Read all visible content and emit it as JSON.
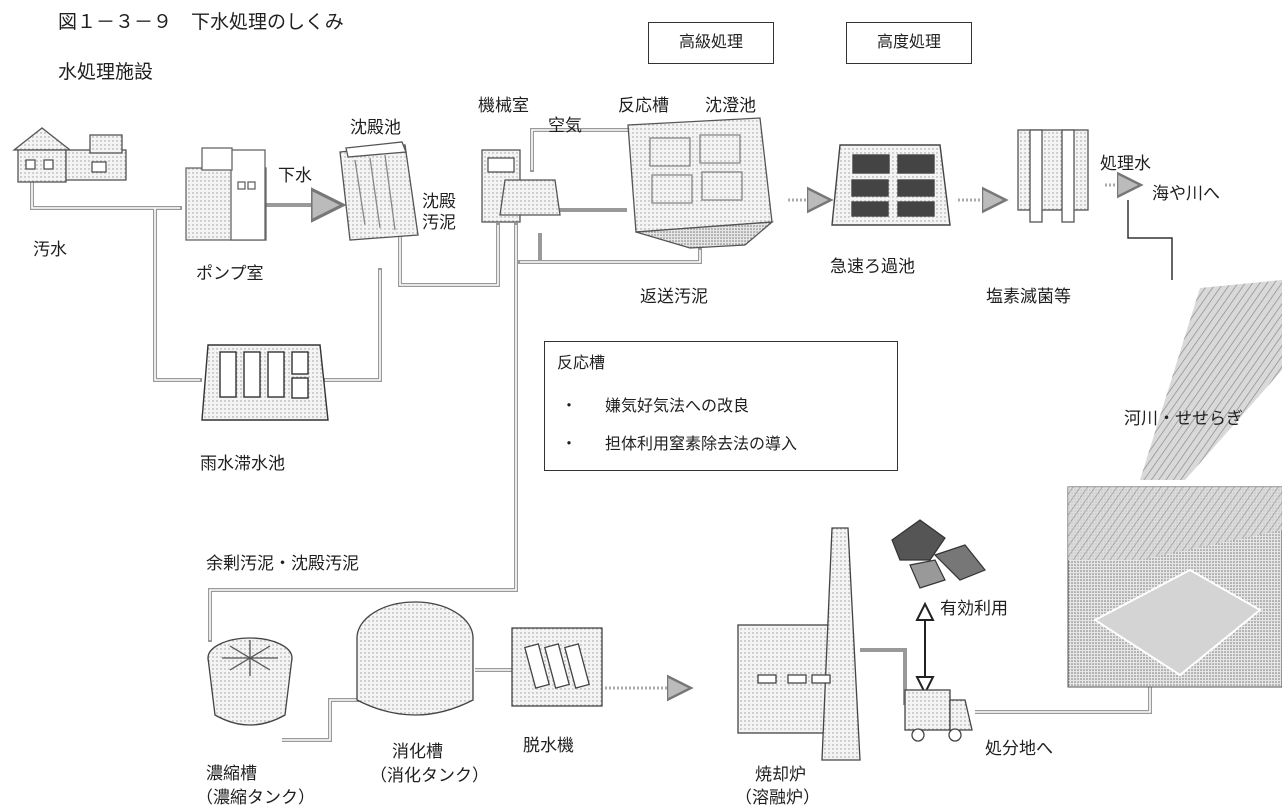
{
  "header": {
    "figure_title": "図１－３－９　下水処理のしくみ",
    "section_title": "水処理施設"
  },
  "stage_labels": {
    "advanced": "高級処理",
    "tertiary": "高度処理"
  },
  "facilities": {
    "wastewater": "汚水",
    "pump_room": "ポンプ室",
    "sewage": "下水",
    "settling_pond": "沈殿池",
    "settled_sludge": "沈殿\n汚泥",
    "machine_room": "機械室",
    "air": "空気",
    "reaction_tank": "反応槽",
    "clarifier": "沈澄池",
    "return_sludge": "返送汚泥",
    "rapid_filter": "急速ろ過池",
    "chlorination": "塩素滅菌等",
    "treated_water": "処理水",
    "to_sea_river": "海や川へ",
    "rain_pond": "雨水滞水池",
    "river": "河川・せせらぎ",
    "excess_sludge": "余剰汚泥・沈殿汚泥",
    "thickener": "濃縮槽",
    "thickener_sub": "（濃縮タンク）",
    "digester": "消化槽",
    "digester_sub": "（消化タンク）",
    "dewatering": "脱水機",
    "incinerator": "焼却炉",
    "incinerator_sub": "（溶融炉）",
    "effective_use": "有効利用",
    "to_disposal": "処分地へ"
  },
  "info_box": {
    "title": "反応槽",
    "items": [
      "嫌気好気法への改良",
      "担体利用窒素除去法の導入"
    ],
    "bullet": "・"
  }
}
